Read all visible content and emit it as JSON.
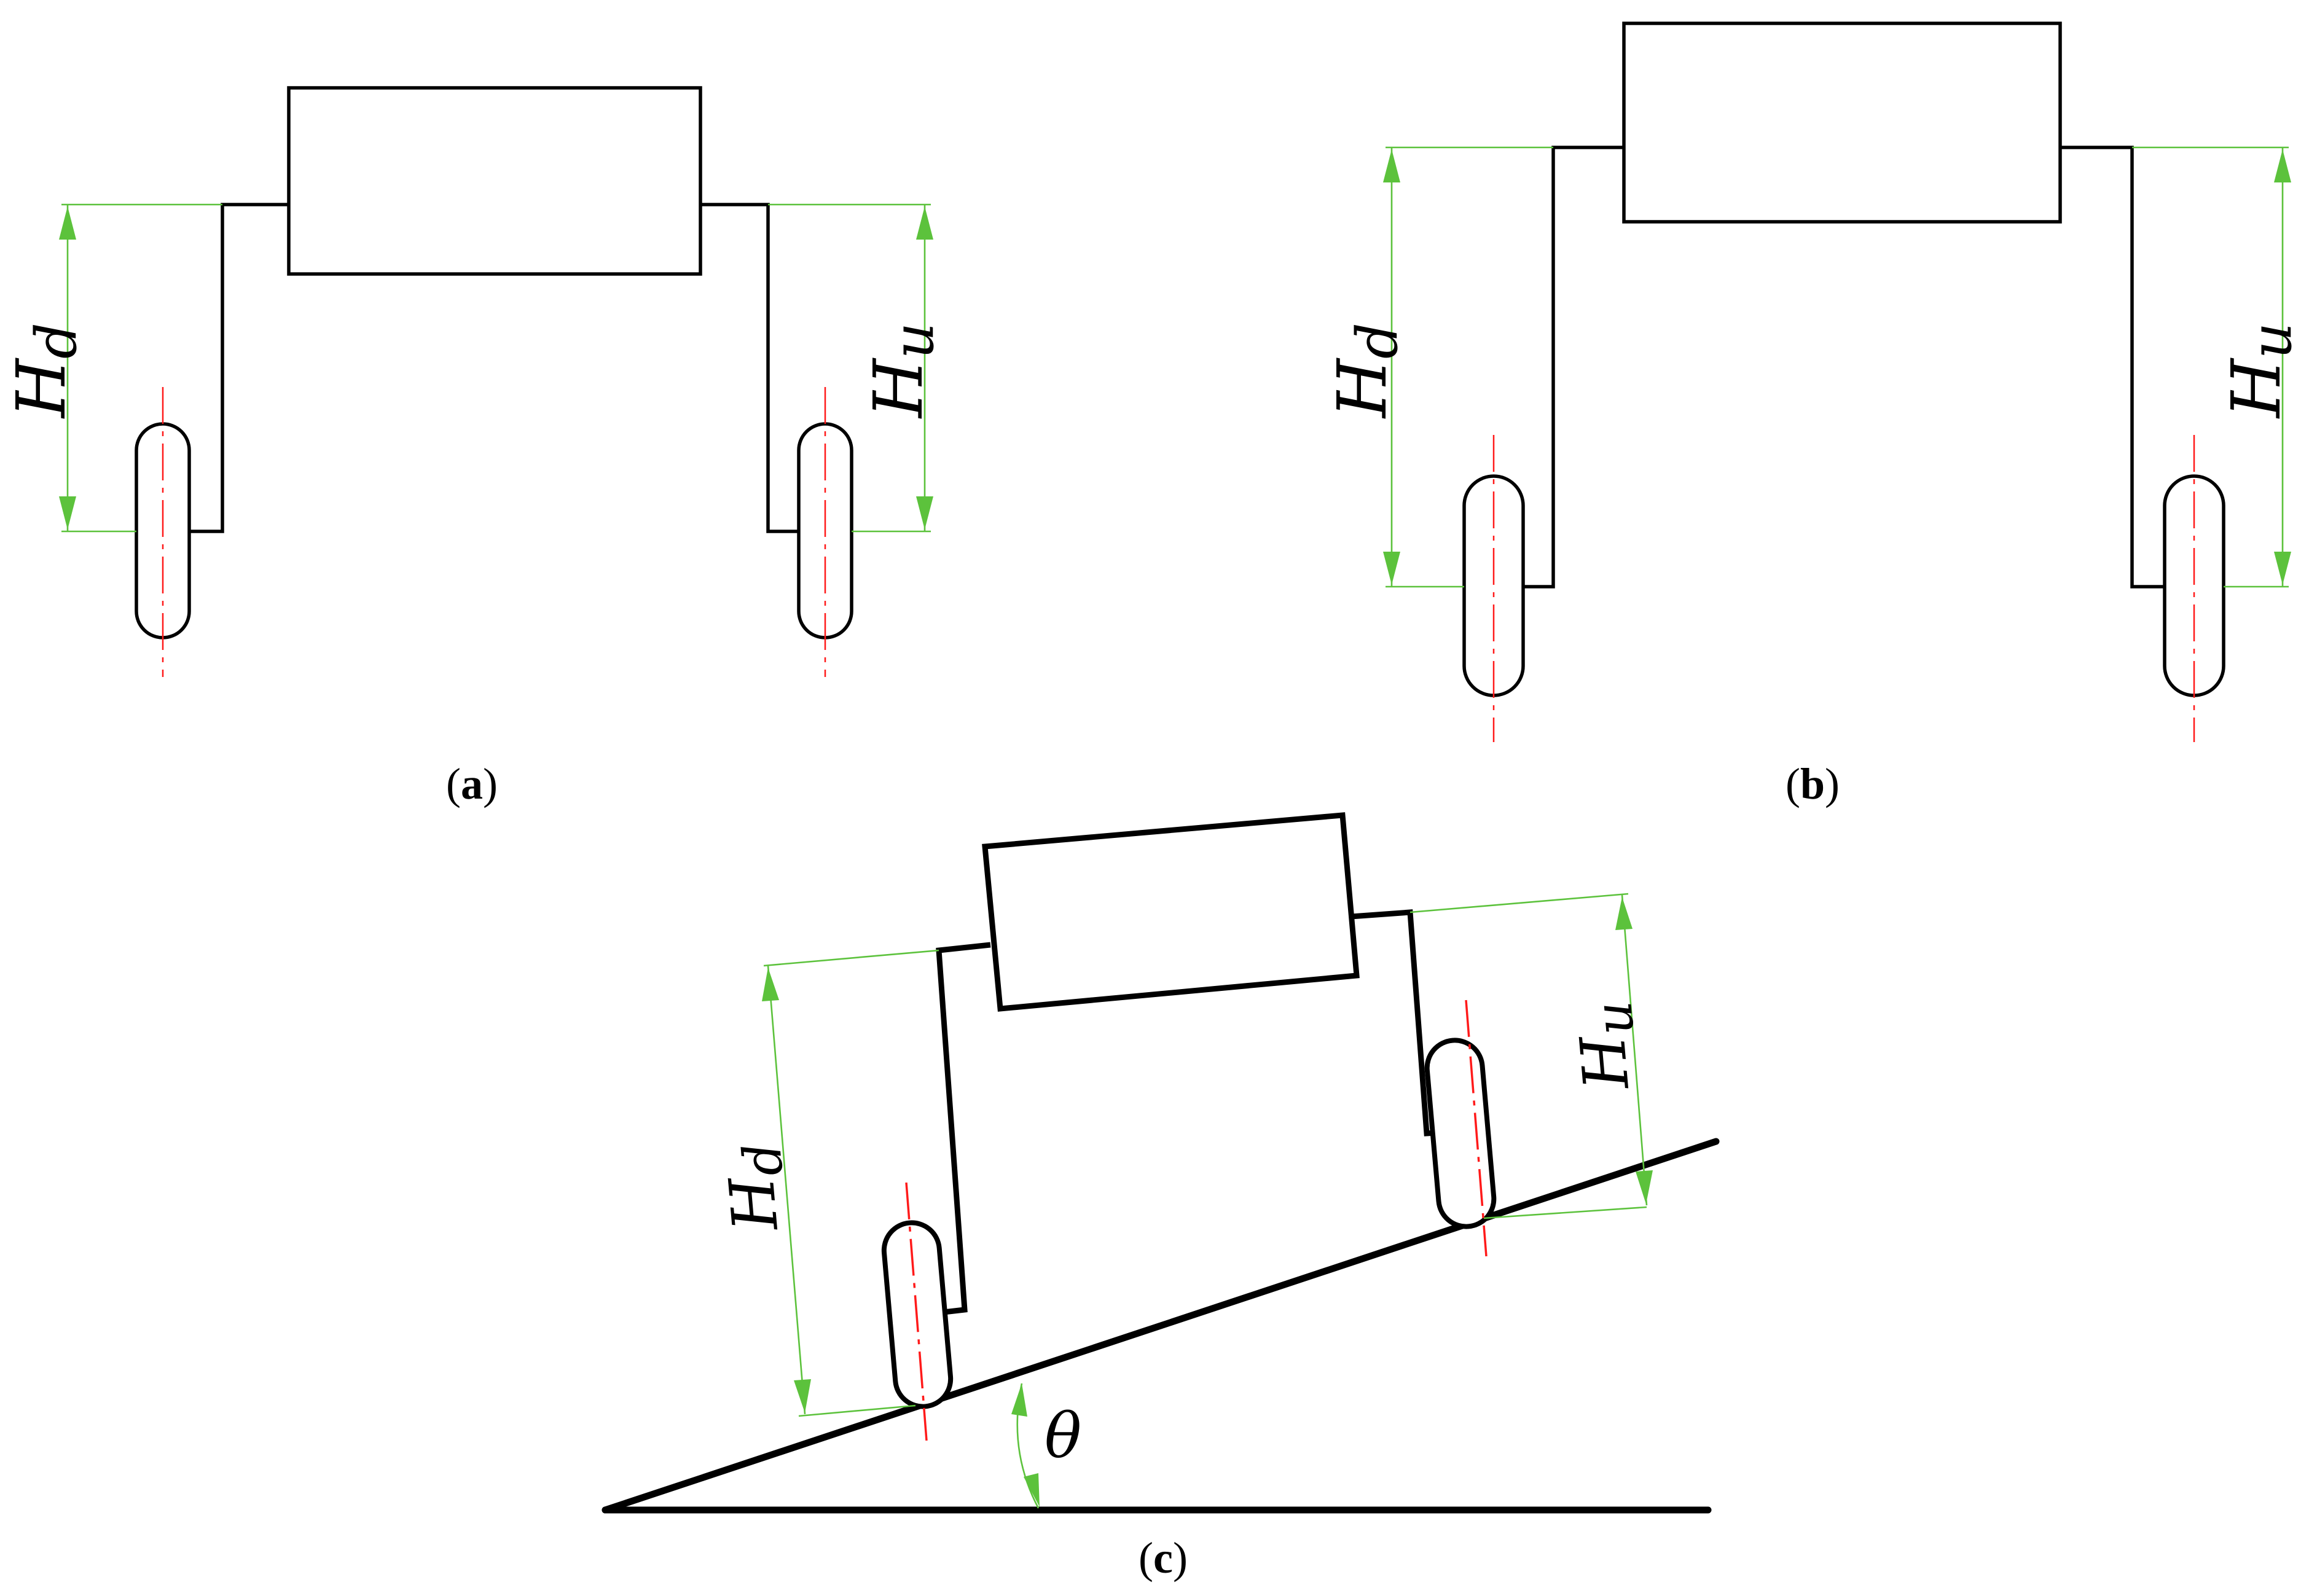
{
  "panels": {
    "a": {
      "caption_open": "(",
      "caption_letter": "a",
      "caption_close": ")",
      "label_down": "H",
      "label_down_sub": "d",
      "label_up": "H",
      "label_up_sub": "u"
    },
    "b": {
      "caption_open": "(",
      "caption_letter": "b",
      "caption_close": ")",
      "label_down": "H",
      "label_down_sub": "d",
      "label_up": "H",
      "label_up_sub": "u"
    },
    "c": {
      "caption_open": "(",
      "caption_letter": "c",
      "caption_close": ")",
      "label_down": "H",
      "label_down_sub": "d",
      "label_up": "H",
      "label_up_sub": "u",
      "angle_label": "θ"
    }
  },
  "colors": {
    "outline": "#000000",
    "dimension": "#5cc23c",
    "centerline": "#ff1a1a"
  }
}
